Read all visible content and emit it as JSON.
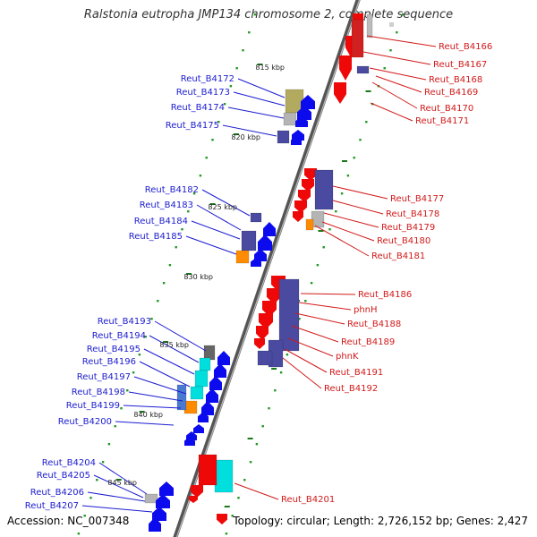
{
  "title": "Ralstonia eutropha JMP134 chromosome 2, complete sequence",
  "accession": "Accession: NC_007348",
  "topology": "Topology: circular; Length: 2,726,152 bp; Genes: 2,427",
  "colors": {
    "forward": "#0b0bee",
    "reverse": "#ee0808",
    "cog_purple": "#4a4aa0",
    "cog_olive": "#b2aa5e",
    "cog_cyan": "#00dede",
    "cog_orange": "#ff8c00",
    "cog_gray": "#b4b4b4",
    "left_label": "#1c1cd0",
    "right_label": "#d21a1a"
  },
  "scale_labels": [
    "815 kbp",
    "820 kbp",
    "825 kbp",
    "830 kbp",
    "835 kbp",
    "840 kbp",
    "845 kbp"
  ],
  "left_labels": [
    "Reut_B4172",
    "Reut_B4173",
    "Reut_B4174",
    "Reut_B4175",
    "Reut_B4182",
    "Reut_B4183",
    "Reut_B4184",
    "Reut_B4185",
    "Reut_B4193",
    "Reut_B4194",
    "Reut_B4195",
    "Reut_B4196",
    "Reut_B4197",
    "Reut_B4198",
    "Reut_B4199",
    "Reut_B4200",
    "Reut_B4204",
    "Reut_B4205",
    "Reut_B4206",
    "Reut_B4207"
  ],
  "right_labels": [
    "Reut_B4166",
    "Reut_B4167",
    "Reut_B4168",
    "Reut_B4169",
    "Reut_B4170",
    "Reut_B4171",
    "Reut_B4177",
    "Reut_B4178",
    "Reut_B4179",
    "Reut_B4180",
    "Reut_B4181",
    "Reut_B4186",
    "phnH",
    "Reut_B4188",
    "Reut_B4189",
    "phnK",
    "Reut_B4191",
    "Reut_B4192",
    "Reut_B4201"
  ]
}
